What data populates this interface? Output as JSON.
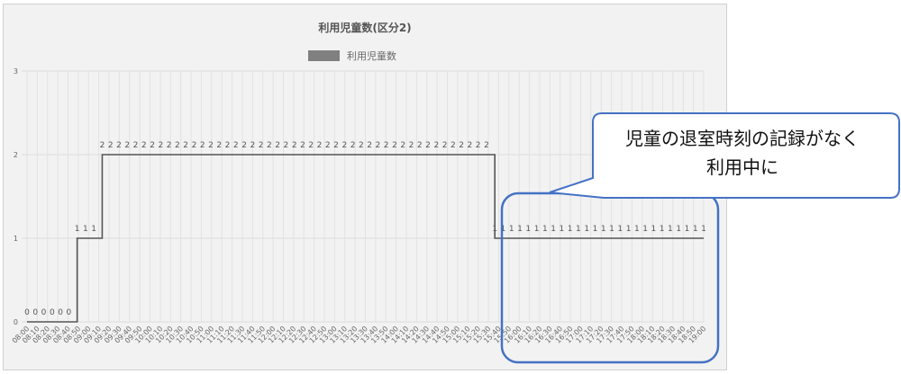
{
  "chart_data": {
    "type": "line",
    "title": "利用児童数(区分2)",
    "legend": {
      "label": "利用児童数",
      "color": "#808080",
      "placement": "top"
    },
    "xlabel": "",
    "ylabel": "",
    "ylim": [
      0,
      3
    ],
    "yticks": [
      "0",
      "1",
      "2",
      "3"
    ],
    "grid": true,
    "series": [
      {
        "name": "利用児童数",
        "color": "#808080",
        "values": [
          0,
          0,
          0,
          0,
          0,
          0,
          1,
          1,
          1,
          2,
          2,
          2,
          2,
          2,
          2,
          2,
          2,
          2,
          2,
          2,
          2,
          2,
          2,
          2,
          2,
          2,
          2,
          2,
          2,
          2,
          2,
          2,
          2,
          2,
          2,
          2,
          2,
          2,
          2,
          2,
          2,
          2,
          2,
          2,
          2,
          2,
          2,
          2,
          2,
          2,
          2,
          2,
          2,
          2,
          2,
          2,
          1,
          1,
          1,
          1,
          1,
          1,
          1,
          1,
          1,
          1,
          1,
          1,
          1,
          1,
          1,
          1,
          1,
          1,
          1,
          1,
          1,
          1,
          1,
          1,
          1,
          1
        ]
      }
    ],
    "x_start": "08:00",
    "x_step_minutes": 10,
    "x_count": 67,
    "data_labels": true
  },
  "callout": {
    "line1": "児童の退室時刻の記録がなく",
    "line2": "利用中に"
  },
  "colors": {
    "line": "#555555",
    "grid": "#dcdcdc",
    "highlight": "#4472c4",
    "callout_border": "#4472c4"
  }
}
